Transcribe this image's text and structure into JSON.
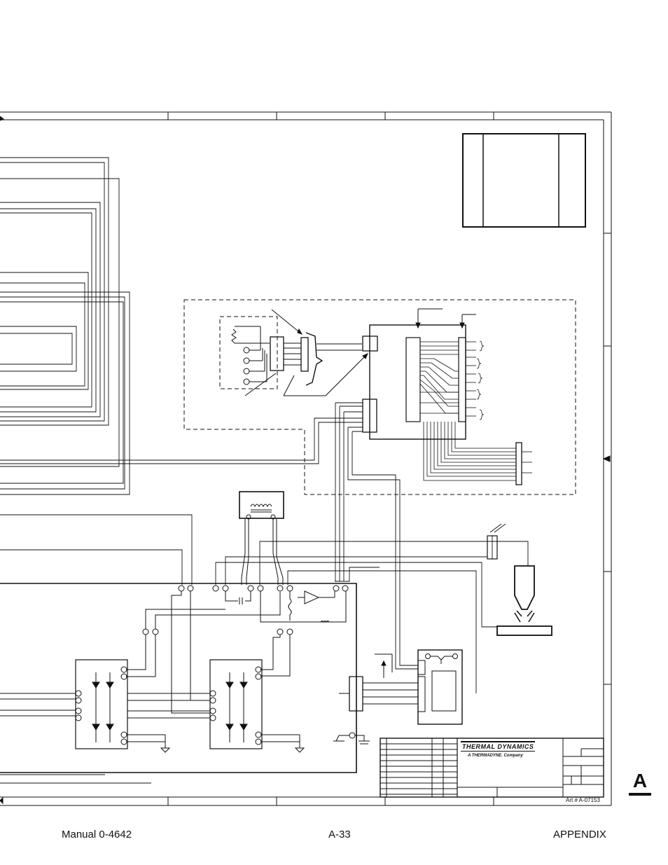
{
  "footer": {
    "manual": "Manual 0-4642",
    "page": "A-33",
    "section": "APPENDIX"
  },
  "tab_letter": "A",
  "title_block": {
    "brand": "THERMAL DYNAMICS",
    "subtitle": "A THERMADYNE. Company",
    "art_number": "Art # A-07153"
  }
}
